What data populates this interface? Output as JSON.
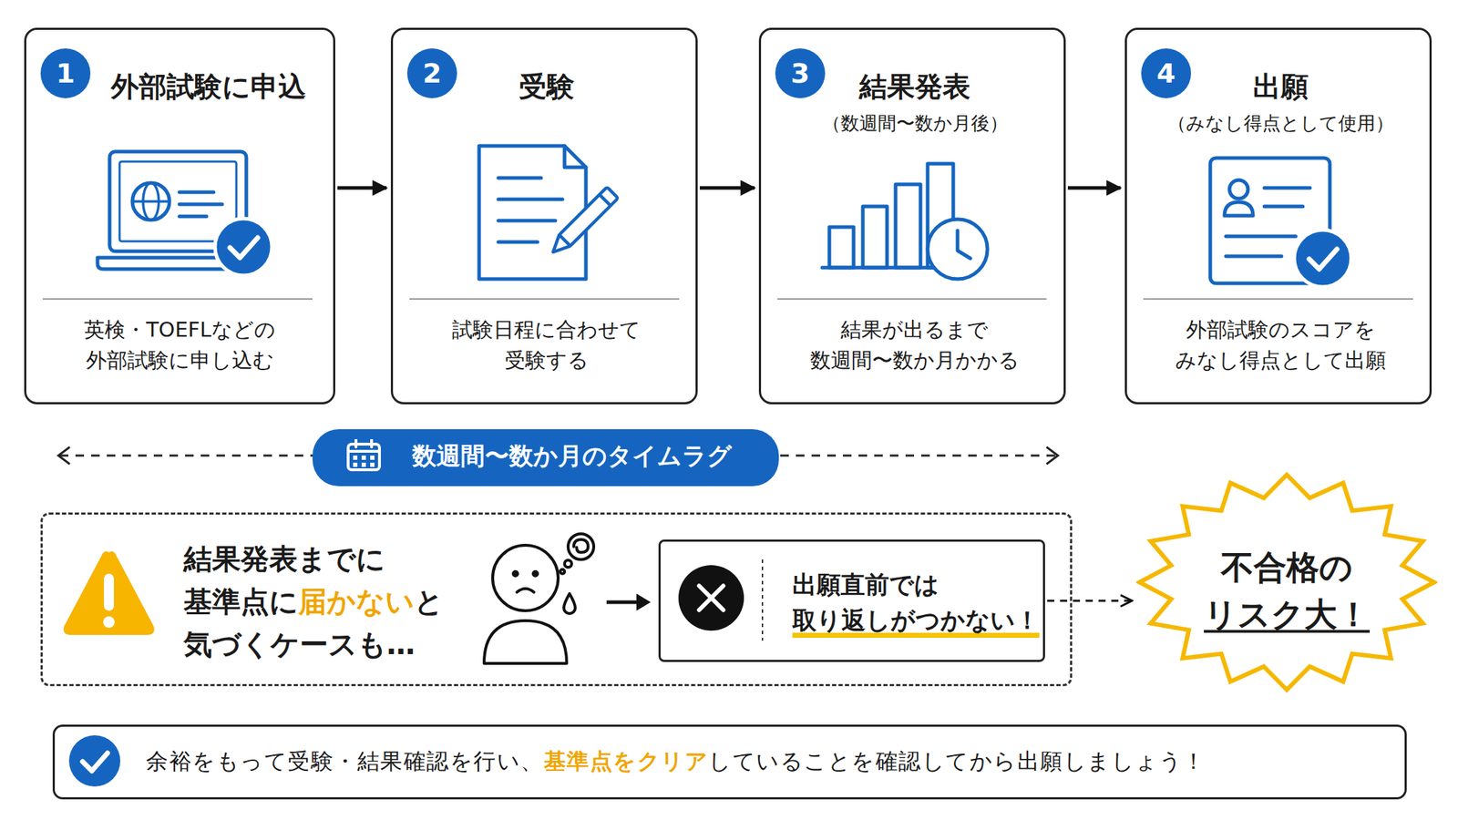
{
  "diagram": {
    "nodes": [
      {
        "text": [
          "1",
          "外部試験に申込",
          "英検・TOEFLなどの 外部試験に申し込む"
        ]
      },
      {
        "text": [
          "2",
          "受験",
          "試験日程に合わせて 受験する"
        ]
      },
      {
        "text": [
          "3",
          "結果発表",
          "（数週間〜数か月後）",
          "結果が出るまで 数週間〜数か月かかる"
        ]
      },
      {
        "text": [
          "4",
          "出願",
          "（みなし得点として使用）",
          "外部試験のスコアを みなし得点として出願"
        ]
      },
      {
        "text": [
          "数週間〜数か月のタイムラグ"
        ]
      },
      {
        "text": [
          "結果発表までに 基準点に",
          "届かない",
          "と 気づくケースも…"
        ]
      },
      {
        "text": [
          "出願直前では",
          "取り返しがつかない！"
        ],
        "in": 5
      },
      {
        "text": [
          "不合格の",
          "リスク大！"
        ]
      },
      {
        "text": [
          "余裕をもって受験・結果確認を行い、",
          "基準点をクリア",
          "していることを確認してから出願しましょう！"
        ]
      }
    ],
    "edges": [
      {
        "from": 0,
        "to": 1,
        "arrow": "to"
      },
      {
        "from": 1,
        "to": 2,
        "arrow": "to"
      },
      {
        "from": 2,
        "to": 3,
        "arrow": "to"
      },
      {
        "from": 6,
        "to": 7,
        "arrow": "to"
      }
    ]
  }
}
